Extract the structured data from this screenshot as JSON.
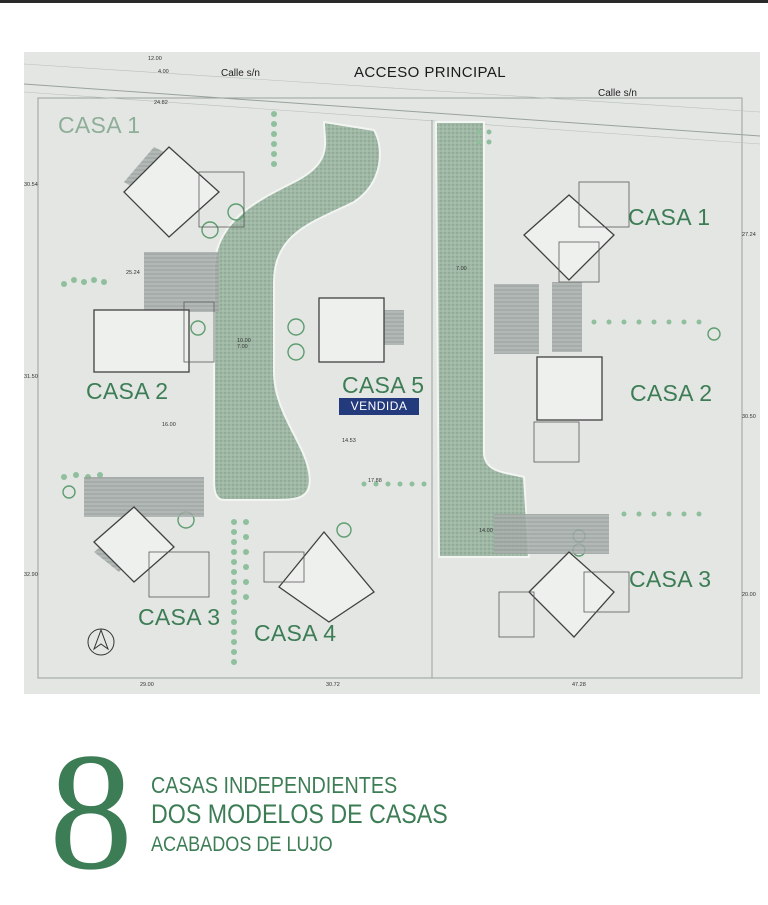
{
  "plan": {
    "access_label": "ACCESO PRINCIPAL",
    "street_left": "Calle s/n",
    "street_right": "Calle s/n",
    "sold_badge": "VENDIDA",
    "houses": [
      {
        "id": "casa1-left",
        "label": "CASA 1"
      },
      {
        "id": "casa2-left",
        "label": "CASA 2"
      },
      {
        "id": "casa3-left",
        "label": "CASA 3"
      },
      {
        "id": "casa4",
        "label": "CASA 4"
      },
      {
        "id": "casa5",
        "label": "CASA 5"
      },
      {
        "id": "casa1-right",
        "label": "CASA 1"
      },
      {
        "id": "casa2-right",
        "label": "CASA 2"
      },
      {
        "id": "casa3-right",
        "label": "CASA 3"
      }
    ],
    "dimensions": {
      "top_12": "12.00",
      "top_4": "4.00",
      "top_24": "24.82",
      "left_25": "25.24",
      "left_31": "31.50",
      "left_32": "32.90",
      "left_30": "30.54",
      "bottom_29": "29.00",
      "bottom_30": "30.72",
      "bottom_47": "47.28",
      "right_27": "27.24",
      "right_30": "30.50",
      "right_20": "20.00",
      "mid_10": "10.00",
      "mid_7": "7.00",
      "mid_16": "16.00",
      "mid_14": "14.53",
      "mid_17": "17.88",
      "road_14": "14.00",
      "road_7": "7.00"
    }
  },
  "tagline": {
    "number": "8",
    "line1": "CASAS INDEPENDIENTES",
    "line2": "DOS MODELOS DE CASAS",
    "line3": "ACABADOS DE LUJO"
  }
}
